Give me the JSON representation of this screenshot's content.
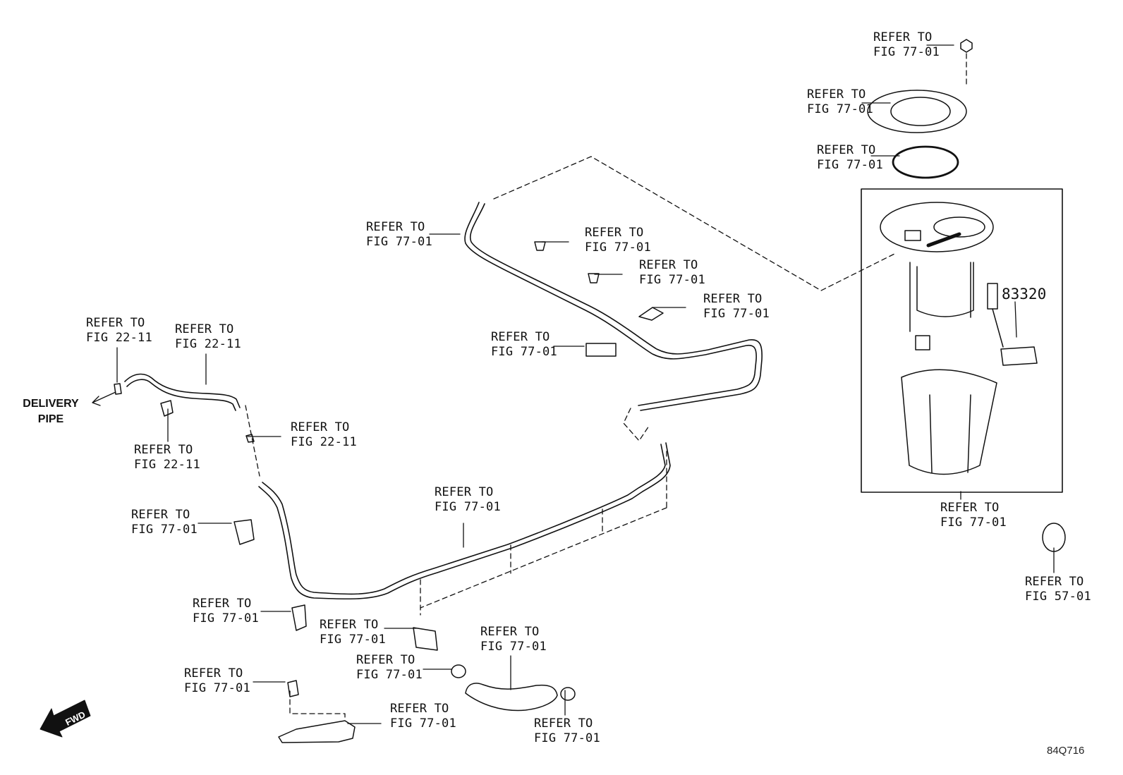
{
  "diagram": {
    "illustration_id": "84Q716",
    "direction": "FWD",
    "delivery_pipe": [
      "DELIVERY",
      "PIPE"
    ],
    "part_number": "83320",
    "callouts": [
      {
        "id": "c1",
        "l1": "REFER TO",
        "l2": "FIG 77-01"
      },
      {
        "id": "c2",
        "l1": "REFER TO",
        "l2": "FIG 77-01"
      },
      {
        "id": "c3",
        "l1": "REFER TO",
        "l2": "FIG 77-01"
      },
      {
        "id": "c4",
        "l1": "REFER TO",
        "l2": "FIG 77-01"
      },
      {
        "id": "c5",
        "l1": "REFER TO",
        "l2": "FIG 77-01"
      },
      {
        "id": "c6",
        "l1": "REFER TO",
        "l2": "FIG 77-01"
      },
      {
        "id": "c7",
        "l1": "REFER TO",
        "l2": "FIG 77-01"
      },
      {
        "id": "c8",
        "l1": "REFER TO",
        "l2": "FIG 77-01"
      },
      {
        "id": "c9",
        "l1": "REFER TO",
        "l2": "FIG 22-11"
      },
      {
        "id": "c10",
        "l1": "REFER TO",
        "l2": "FIG 22-11"
      },
      {
        "id": "c11",
        "l1": "REFER TO",
        "l2": "FIG 22-11"
      },
      {
        "id": "c12",
        "l1": "REFER TO",
        "l2": "FIG 22-11"
      },
      {
        "id": "c13",
        "l1": "REFER TO",
        "l2": "FIG 77-01"
      },
      {
        "id": "c14",
        "l1": "REFER TO",
        "l2": "FIG 77-01"
      },
      {
        "id": "c15",
        "l1": "REFER TO",
        "l2": "FIG 77-01"
      },
      {
        "id": "c16",
        "l1": "REFER TO",
        "l2": "FIG 77-01"
      },
      {
        "id": "c17",
        "l1": "REFER TO",
        "l2": "FIG 77-01"
      },
      {
        "id": "c18",
        "l1": "REFER TO",
        "l2": "FIG 77-01"
      },
      {
        "id": "c19",
        "l1": "REFER TO",
        "l2": "FIG 77-01"
      },
      {
        "id": "c20",
        "l1": "REFER TO",
        "l2": "FIG 77-01"
      },
      {
        "id": "c21",
        "l1": "REFER TO",
        "l2": "FIG 77-01"
      },
      {
        "id": "c22",
        "l1": "REFER TO",
        "l2": "FIG 57-01"
      }
    ]
  }
}
